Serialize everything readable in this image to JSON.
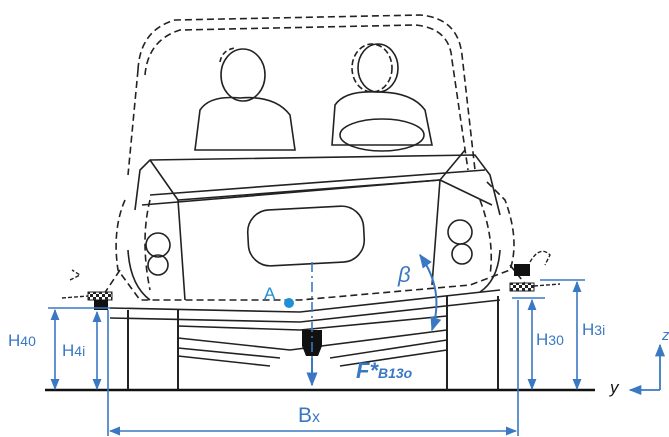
{
  "labels": {
    "h40": "H",
    "h40_sub": "40",
    "h4i": "H",
    "h4i_sub": "4i",
    "h30": "H",
    "h30_sub": "30",
    "h3i": "H",
    "h3i_sub": "3i",
    "bx": "B",
    "bx_sub": "x",
    "point_a": "A",
    "beta": "β",
    "force": "F*",
    "force_sub": "B13o",
    "axis_y": "y",
    "axis_z": "z"
  },
  "colors": {
    "line": "#1a1a1a",
    "dim": "#3a78c4",
    "point_a": "#1e90d6"
  }
}
